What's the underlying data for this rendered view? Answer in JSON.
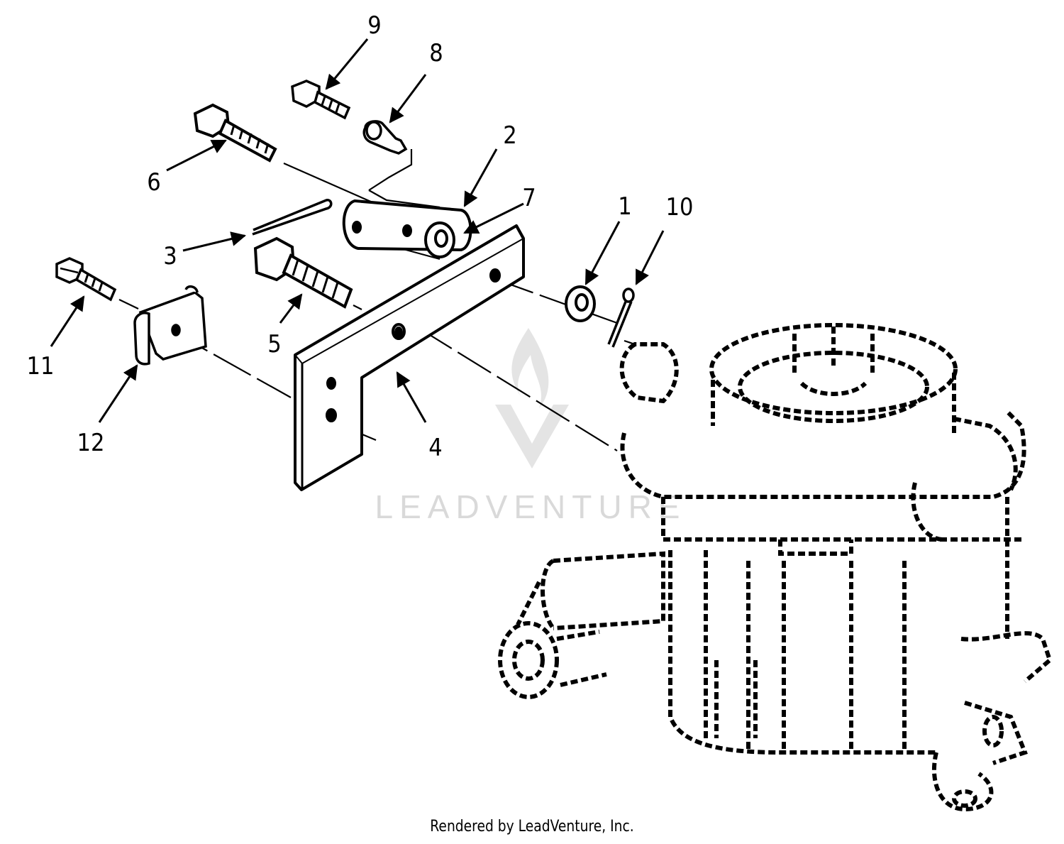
{
  "diagram": {
    "callouts": [
      {
        "label": "1"
      },
      {
        "label": "2"
      },
      {
        "label": "3"
      },
      {
        "label": "4"
      },
      {
        "label": "5"
      },
      {
        "label": "6"
      },
      {
        "label": "7"
      },
      {
        "label": "8"
      },
      {
        "label": "9"
      },
      {
        "label": "10"
      },
      {
        "label": "11"
      },
      {
        "label": "12"
      }
    ],
    "watermark": {
      "text": "LEADVENTURE",
      "icon": "leadventure-flame-logo"
    },
    "footer": {
      "credit": "Rendered by LeadVenture, Inc."
    },
    "colors": {
      "ink": "#000000",
      "watermark": "#d9d9d9"
    }
  }
}
